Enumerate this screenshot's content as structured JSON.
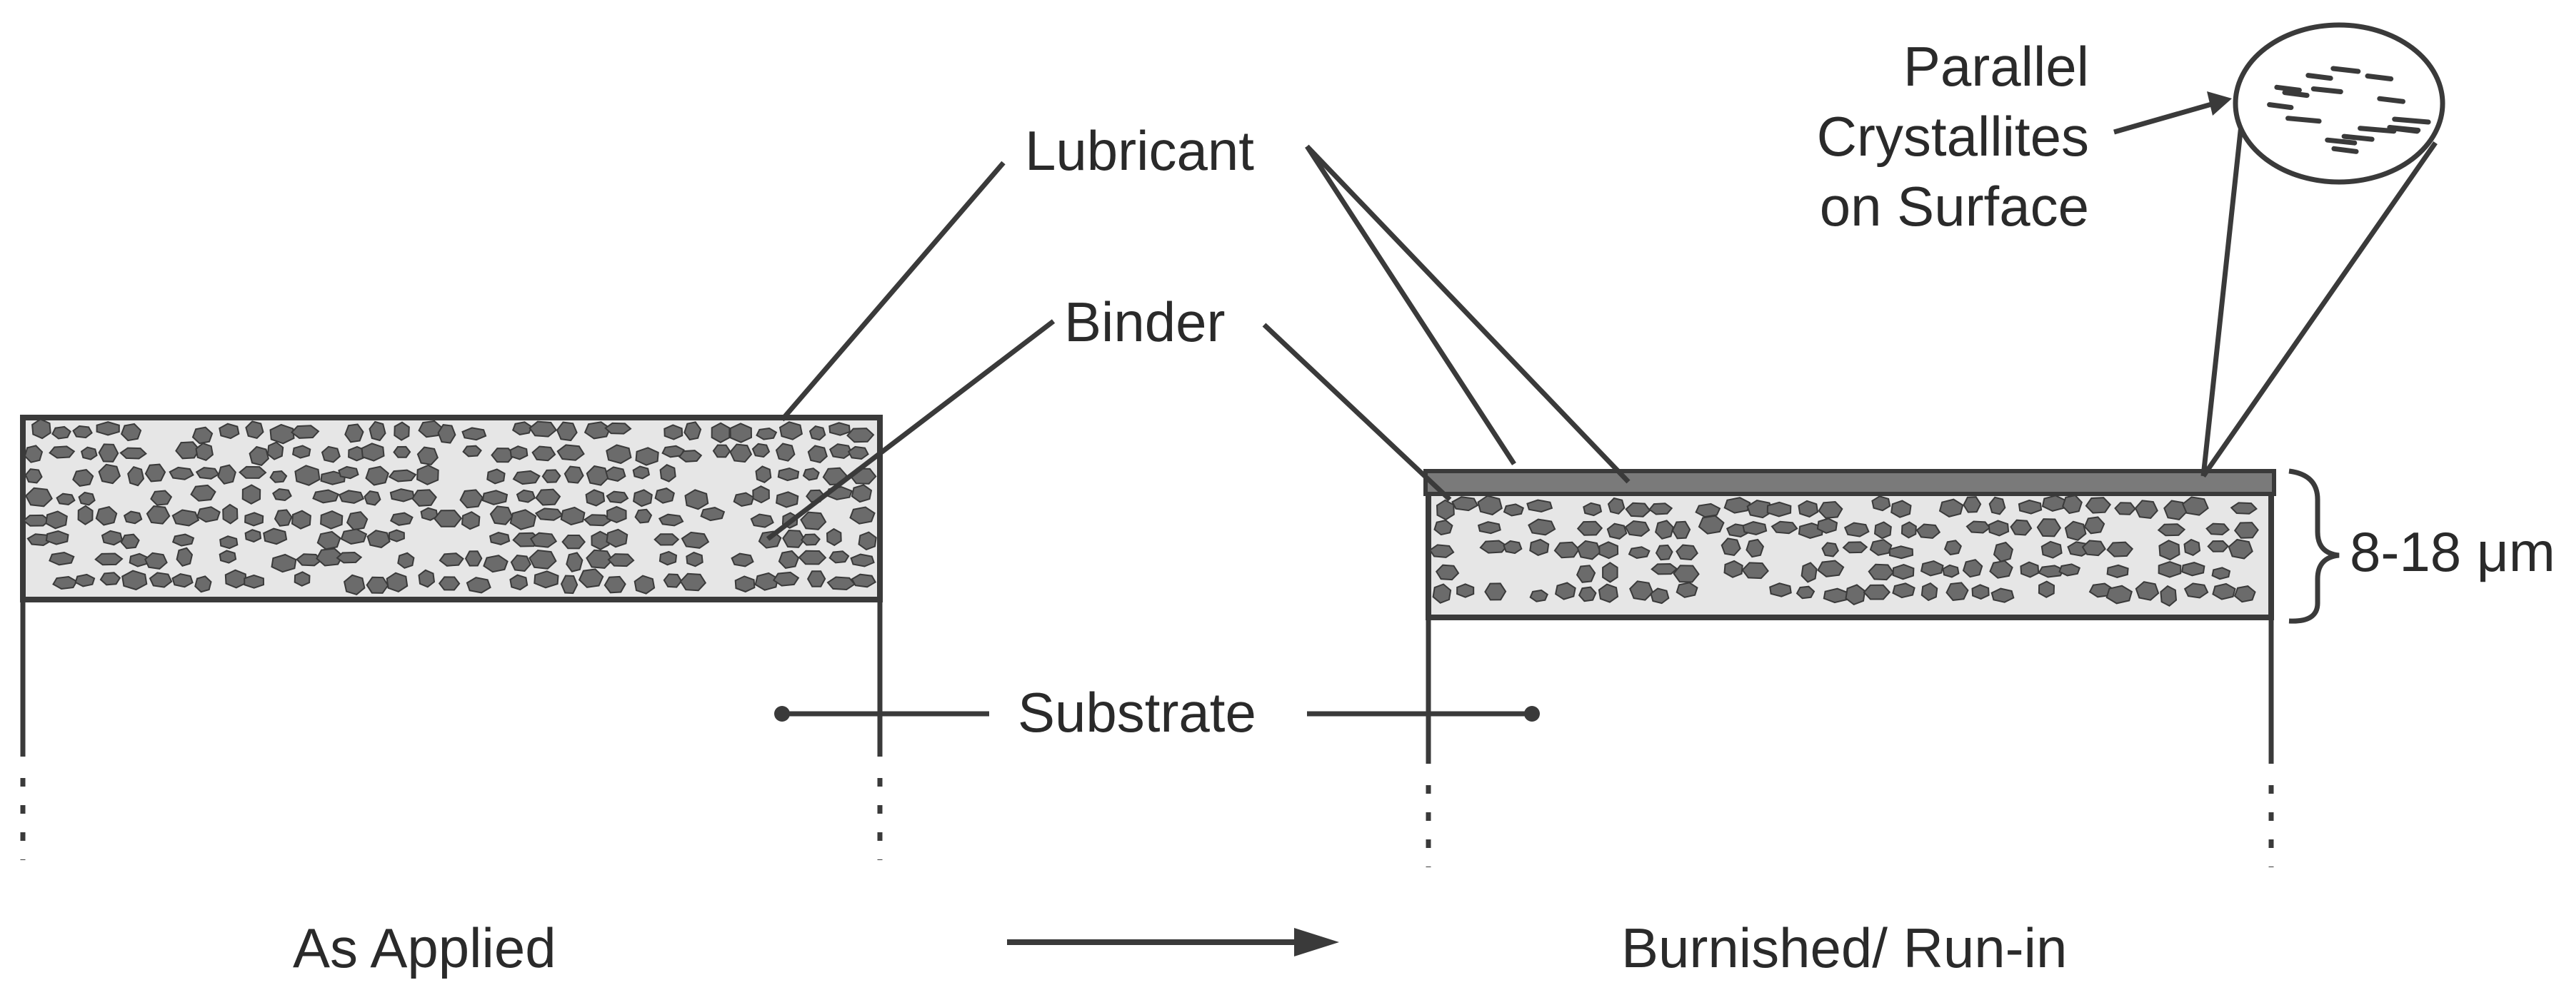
{
  "labels": {
    "lubricant": "Lubricant",
    "binder": "Binder",
    "substrate": "Substrate",
    "parallel_line1": "Parallel",
    "parallel_line2": "Crystallites",
    "parallel_line3": "on Surface",
    "thickness": "8-18 μm",
    "as_applied": "As Applied",
    "burnished": "Burnished/ Run-in"
  },
  "colors": {
    "ink": "#3a3a3a",
    "particle": "#6b6b6b",
    "binder_fill": "#e6e6e6",
    "lubricant_layer": "#7a7a7a"
  }
}
